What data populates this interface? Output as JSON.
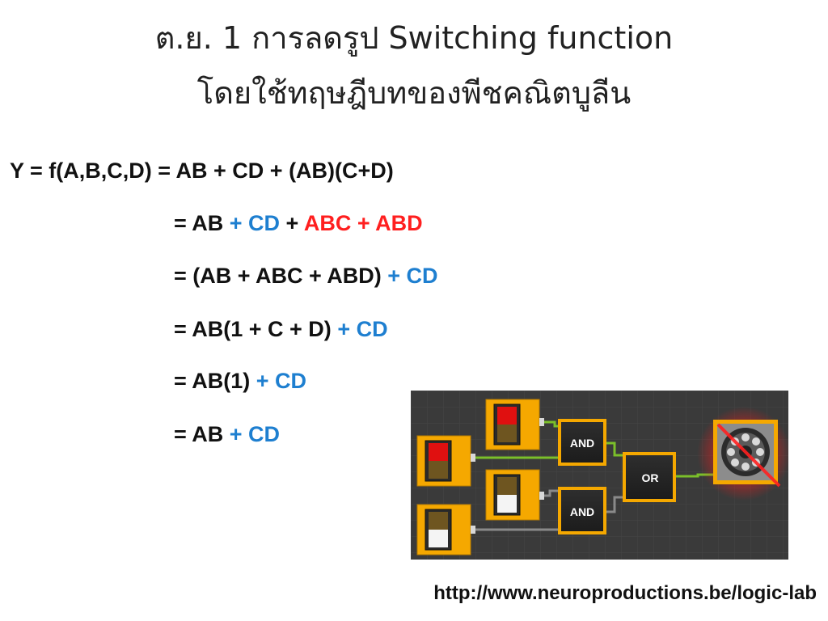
{
  "title": {
    "line1": "ต.ย. 1 การลดรูป Switching function",
    "line2": "โดยใช้ทฤษฎีบทของพีชคณิตบูลีน"
  },
  "equations": [
    {
      "parts": [
        {
          "text": "Y = f(A,B,C,D) = AB + CD + (AB)(C+D)",
          "color": "black"
        }
      ]
    },
    {
      "parts": [
        {
          "text": "= AB ",
          "color": "black"
        },
        {
          "text": "+ CD",
          "color": "blue"
        },
        {
          "text": " + ",
          "color": "black"
        },
        {
          "text": "ABC + ABD",
          "color": "red"
        }
      ]
    },
    {
      "parts": [
        {
          "text": "= (AB + ABC + ABD) ",
          "color": "black"
        },
        {
          "text": "+ CD",
          "color": "blue"
        }
      ]
    },
    {
      "parts": [
        {
          "text": "= AB(1 + C + D) ",
          "color": "black"
        },
        {
          "text": "+ CD",
          "color": "blue"
        }
      ]
    },
    {
      "parts": [
        {
          "text": "= AB(1) ",
          "color": "black"
        },
        {
          "text": "+ CD",
          "color": "blue"
        }
      ]
    },
    {
      "parts": [
        {
          "text": "= AB ",
          "color": "black"
        },
        {
          "text": "+ CD",
          "color": "blue"
        }
      ]
    }
  ],
  "circuit": {
    "gates": {
      "and1": "AND",
      "and2": "AND",
      "or": "OR"
    },
    "switches": [
      {
        "id": "A",
        "state": "on"
      },
      {
        "id": "B",
        "state": "on"
      },
      {
        "id": "C",
        "state": "off"
      },
      {
        "id": "D",
        "state": "off"
      }
    ],
    "output_icon": "speaker-off-icon"
  },
  "source_url": "http://www.neuroproductions.be/logic-lab",
  "colors": {
    "blue": "#1e7fd0",
    "red": "#ff1f1f",
    "black": "#111111",
    "panel_bg": "#3a3a3a",
    "switch_frame": "#f5a800",
    "wire_active": "#7bbf2a",
    "wire_inactive": "#8a8a8a"
  }
}
